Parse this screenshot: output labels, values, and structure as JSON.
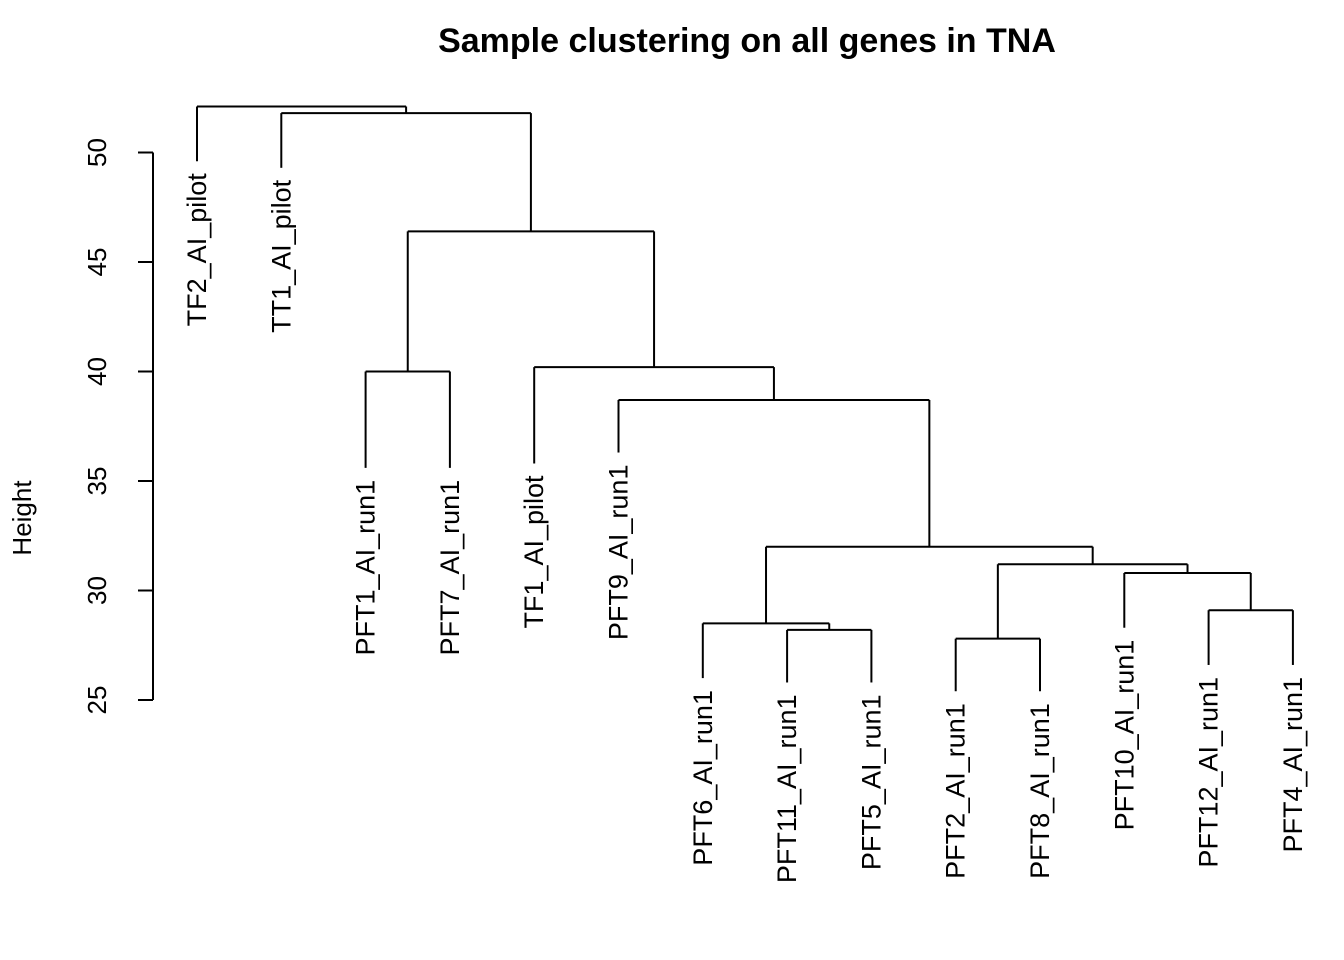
{
  "chart_data": {
    "type": "dendrogram",
    "title": "Sample clustering on all genes in TNA",
    "ylabel": "Height",
    "xlabel": "",
    "ylim": [
      25,
      53
    ],
    "yticks": [
      25,
      30,
      35,
      40,
      45,
      50
    ],
    "grid": false,
    "leaves": [
      {
        "label": "TF2_AI_pilot",
        "height": 49.6
      },
      {
        "label": "TT1_AI_pilot",
        "height": 49.3
      },
      {
        "label": "PFT1_AI_run1",
        "height": 35.6
      },
      {
        "label": "PFT7_AI_run1",
        "height": 35.6
      },
      {
        "label": "TF1_AI_pilot",
        "height": 35.8
      },
      {
        "label": "PFT9_AI_run1",
        "height": 36.3
      },
      {
        "label": "PFT6_AI_run1",
        "height": 26.0
      },
      {
        "label": "PFT11_AI_run1",
        "height": 25.8
      },
      {
        "label": "PFT5_AI_run1",
        "height": 25.8
      },
      {
        "label": "PFT2_AI_run1",
        "height": 25.4
      },
      {
        "label": "PFT8_AI_run1",
        "height": 25.4
      },
      {
        "label": "PFT10_AI_run1",
        "height": 28.3
      },
      {
        "label": "PFT12_AI_run1",
        "height": 26.6
      },
      {
        "label": "PFT4_AI_run1",
        "height": 26.6
      }
    ],
    "merges": [
      {
        "a": "PFT5_AI_run1",
        "b": "PFT11_AI_run1",
        "height": 28.2
      },
      {
        "a": "PFT6_AI_run1",
        "b": "m1",
        "height": 28.5
      },
      {
        "a": "PFT2_AI_run1",
        "b": "PFT8_AI_run1",
        "height": 27.8
      },
      {
        "a": "PFT12_AI_run1",
        "b": "PFT4_AI_run1",
        "height": 29.1
      },
      {
        "a": "PFT10_AI_run1",
        "b": "m4",
        "height": 30.8
      },
      {
        "a": "m3",
        "b": "m5",
        "height": 31.2
      },
      {
        "a": "m2",
        "b": "m6",
        "height": 32.0
      },
      {
        "a": "PFT9_AI_run1",
        "b": "m7",
        "height": 38.7
      },
      {
        "a": "TF1_AI_pilot",
        "b": "m8",
        "height": 40.2
      },
      {
        "a": "PFT1_AI_run1",
        "b": "PFT7_AI_run1",
        "height": 40.0
      },
      {
        "a": "m10",
        "b": "m9",
        "height": 46.4
      },
      {
        "a": "TT1_AI_pilot",
        "b": "m11",
        "height": 51.8
      },
      {
        "a": "TF2_AI_pilot",
        "b": "m12",
        "height": 52.1
      }
    ]
  }
}
